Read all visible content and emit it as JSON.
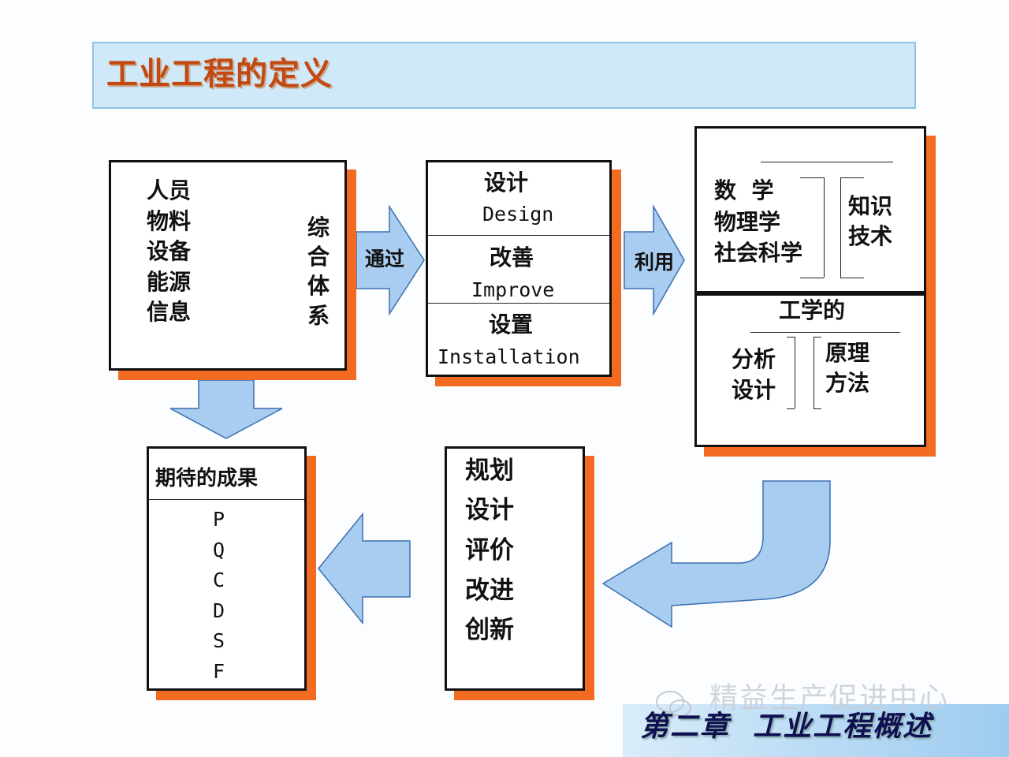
{
  "title": "工业工程的定义",
  "inputs_box": {
    "items": [
      "人员",
      "物料",
      "设备",
      "能源",
      "信息"
    ],
    "integrated": [
      "综",
      "合",
      "体",
      "系"
    ]
  },
  "arrow_through": "通过",
  "methods_box": {
    "design": {
      "cn": "设计",
      "en": "Design"
    },
    "improve": {
      "cn": "改善",
      "en": "Improve"
    },
    "install": {
      "cn": "设置",
      "en": "Installation"
    }
  },
  "arrow_use": "利用",
  "knowledge_box": {
    "sciences": [
      "数  学",
      "物理学",
      "社会科学"
    ],
    "knowledge": [
      "知识",
      "技术"
    ],
    "eng_title": "工学的",
    "eng_left": [
      "分析",
      "设计"
    ],
    "eng_right": [
      "原理",
      "方法"
    ]
  },
  "results_box": {
    "header": "期待的成果",
    "items": [
      "P",
      "Q",
      "C",
      "D",
      "S",
      "F"
    ]
  },
  "activities_box": {
    "items": [
      "规划",
      "设计",
      "评价",
      "改进",
      "创新"
    ]
  },
  "footer": {
    "watermark": "精益生产促进中心",
    "chapter": "第二章  工业工程概述"
  },
  "colors": {
    "shadow": "#f26b20",
    "arrow_fill": "#a9cdf0",
    "yellow_arrow": "#fff200",
    "title_text": "#c24a12"
  }
}
